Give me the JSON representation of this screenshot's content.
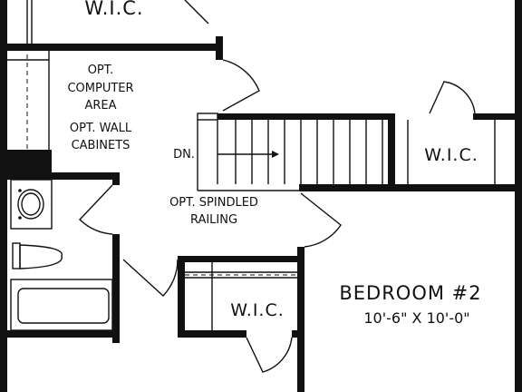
{
  "labels": {
    "wic_top": "W.I.C.",
    "opt_computer_l1": "OPT.",
    "opt_computer_l2": "COMPUTER",
    "opt_computer_l3": "AREA",
    "opt_wall_l1": "OPT. WALL",
    "opt_wall_l2": "CABINETS",
    "stairs_dn": "DN.",
    "wic_right": "W.I.C.",
    "railing_l1": "OPT. SPINDLED",
    "railing_l2": "RAILING",
    "wic_bottom": "W.I.C.",
    "bedroom_name": "BEDROOM #2",
    "bedroom_dims": "10'-6\" X 10'-0\""
  }
}
